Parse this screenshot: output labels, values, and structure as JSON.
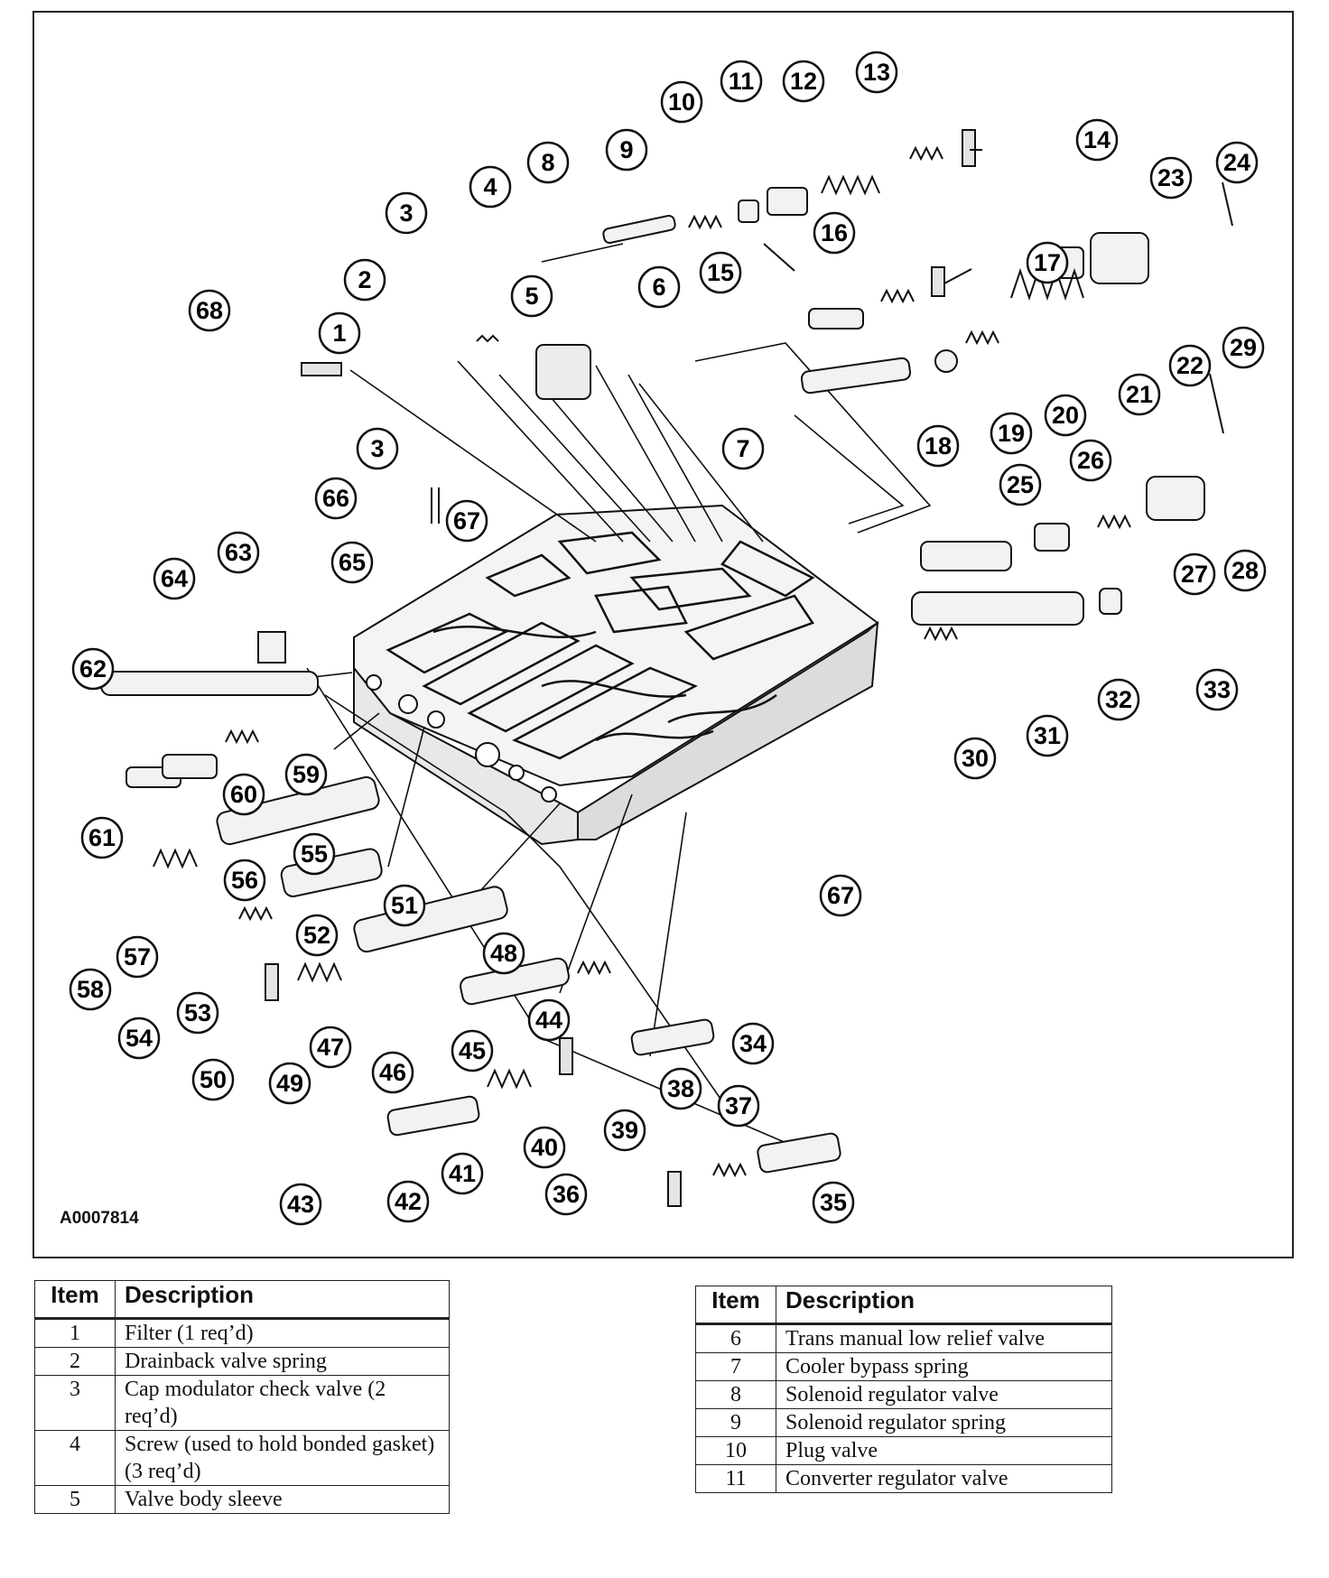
{
  "figure_code": "A0007814",
  "callouts": [
    "1",
    "2",
    "3",
    "3",
    "4",
    "5",
    "6",
    "7",
    "8",
    "9",
    "10",
    "11",
    "12",
    "13",
    "14",
    "15",
    "16",
    "17",
    "18",
    "19",
    "20",
    "21",
    "22",
    "23",
    "24",
    "25",
    "26",
    "27",
    "28",
    "29",
    "30",
    "31",
    "32",
    "33",
    "34",
    "35",
    "36",
    "37",
    "38",
    "39",
    "40",
    "41",
    "42",
    "43",
    "44",
    "45",
    "46",
    "47",
    "48",
    "49",
    "50",
    "51",
    "52",
    "53",
    "54",
    "55",
    "56",
    "57",
    "58",
    "59",
    "60",
    "61",
    "62",
    "63",
    "64",
    "65",
    "66",
    "67",
    "67",
    "68"
  ],
  "table_left": {
    "header_item": "Item",
    "header_desc": "Description",
    "rows": [
      {
        "item": "1",
        "desc": "Filter (1 req’d)"
      },
      {
        "item": "2",
        "desc": "Drainback valve spring"
      },
      {
        "item": "3",
        "desc": "Cap modulator check valve (2 req’d)"
      },
      {
        "item": "4",
        "desc": "Screw (used to hold bonded gasket) (3 req’d)"
      },
      {
        "item": "5",
        "desc": "Valve body sleeve"
      }
    ]
  },
  "table_right": {
    "header_item": "Item",
    "header_desc": "Description",
    "rows": [
      {
        "item": "6",
        "desc": "Trans manual low relief valve"
      },
      {
        "item": "7",
        "desc": "Cooler bypass spring"
      },
      {
        "item": "8",
        "desc": "Solenoid regulator valve"
      },
      {
        "item": "9",
        "desc": "Solenoid regulator spring"
      },
      {
        "item": "10",
        "desc": "Plug valve"
      },
      {
        "item": "11",
        "desc": "Converter regulator valve"
      }
    ]
  }
}
